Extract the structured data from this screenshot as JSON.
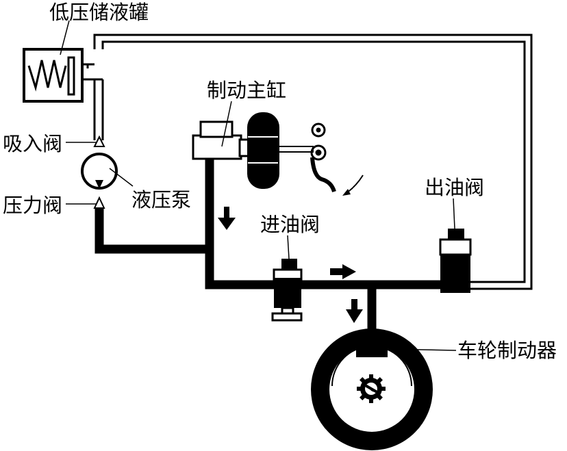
{
  "labels": {
    "reservoir": "低压储液罐",
    "master_cylinder": "制动主缸",
    "suction_valve": "吸入阀",
    "pump": "液压泵",
    "pressure_valve": "压力阀",
    "inlet_valve": "进油阀",
    "outlet_valve": "出油阀",
    "wheel_brake": "车轮制动器"
  }
}
